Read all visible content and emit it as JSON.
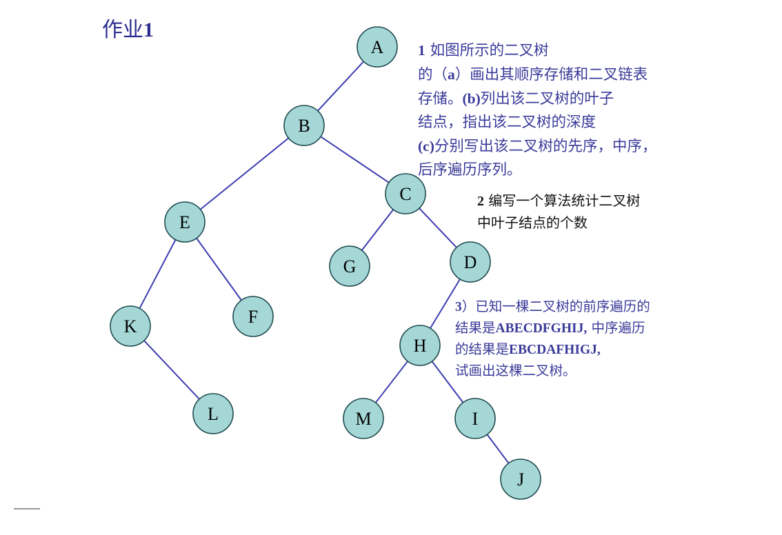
{
  "title": {
    "prefix": "作业",
    "number": "1"
  },
  "tree": {
    "nodes": [
      "A",
      "B",
      "C",
      "D",
      "E",
      "F",
      "G",
      "H",
      "I",
      "J",
      "K",
      "L",
      "M"
    ],
    "edges": [
      [
        "A",
        "B"
      ],
      [
        "B",
        "E"
      ],
      [
        "B",
        "C"
      ],
      [
        "C",
        "G"
      ],
      [
        "C",
        "D"
      ],
      [
        "E",
        "K"
      ],
      [
        "E",
        "F"
      ],
      [
        "K",
        "L"
      ],
      [
        "D",
        "H"
      ],
      [
        "H",
        "M"
      ],
      [
        "H",
        "I"
      ],
      [
        "I",
        "J"
      ]
    ]
  },
  "question1": {
    "l1_num": "1",
    "l1_text": " 如图所示的二叉树",
    "l2_pre": "的（",
    "l2_bold": "a",
    "l2_post": "）画出其顺序存储和二叉链表",
    "l3_pre": "存储。",
    "l3_bold": "(b)",
    "l3_post": "列出该二叉树的叶子",
    "l4": "结点，指出该二叉树的深度",
    "l5_bold": "(c)",
    "l5_post": "分别写出该二叉树的先序，中序，",
    "l6": "后序遍历序列。"
  },
  "question2": {
    "l1_num": "2",
    "l1_text": " 编写一个算法统计二叉树",
    "l2": "中叶子结点的个数"
  },
  "question3": {
    "l1_num": "3",
    "l1_text": "）已知一棵二叉树的前序遍历的",
    "l2_pre": "结果是",
    "l2_bold": "ABECDFGHIJ,",
    "l2_post": " 中序遍历",
    "l3_pre": "的结果是",
    "l3_bold": "EBCDAFHIGJ,",
    "l4": "试画出这棵二叉树。"
  }
}
